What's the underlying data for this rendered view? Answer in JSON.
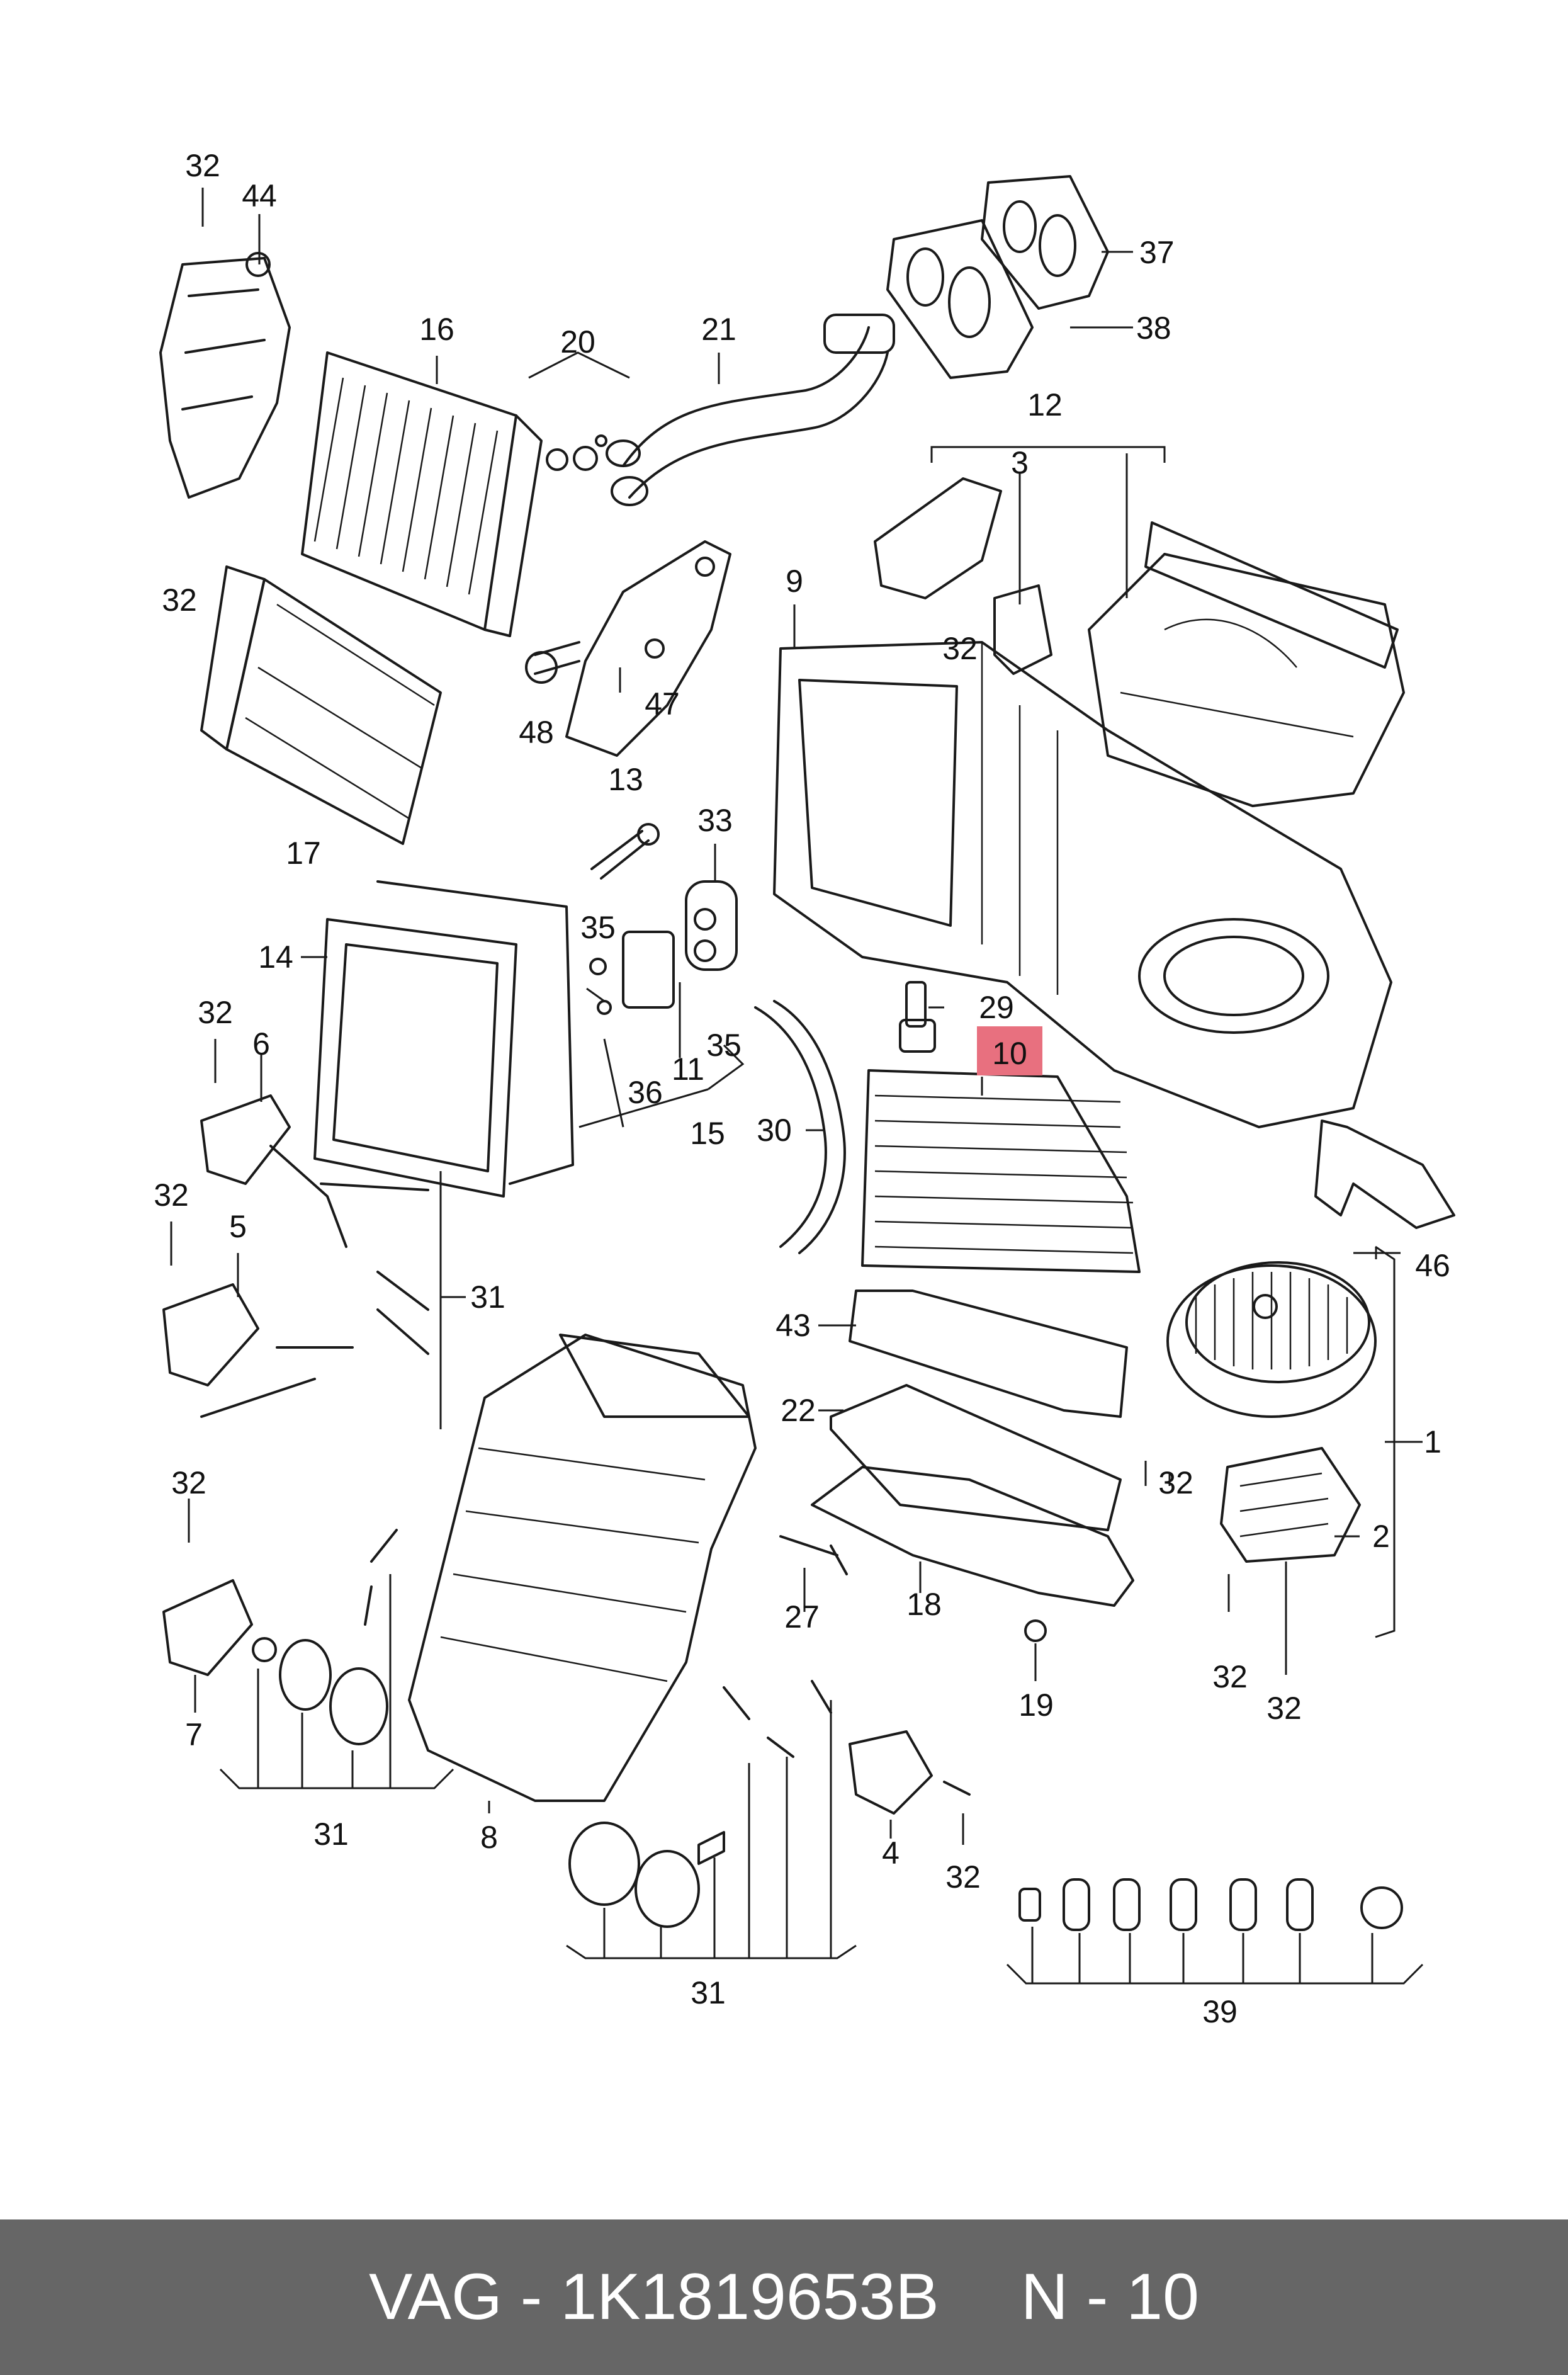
{
  "diagram": {
    "highlight_color": "#e8707f",
    "highlighted_callout": "10",
    "callouts": [
      "32",
      "44",
      "16",
      "20",
      "21",
      "37",
      "38",
      "12",
      "3",
      "32",
      "9",
      "32",
      "47",
      "48",
      "17",
      "13",
      "33",
      "14",
      "35",
      "11",
      "35",
      "29",
      "10",
      "36",
      "15",
      "30",
      "32",
      "6",
      "32",
      "5",
      "31",
      "46",
      "43",
      "22",
      "32",
      "1",
      "2",
      "18",
      "27",
      "19",
      "32",
      "32",
      "32",
      "7",
      "31",
      "8",
      "4",
      "32",
      "31",
      "39"
    ]
  },
  "footer": {
    "brand_part": "VAG - 1K1819653B",
    "position": "N - 10"
  }
}
